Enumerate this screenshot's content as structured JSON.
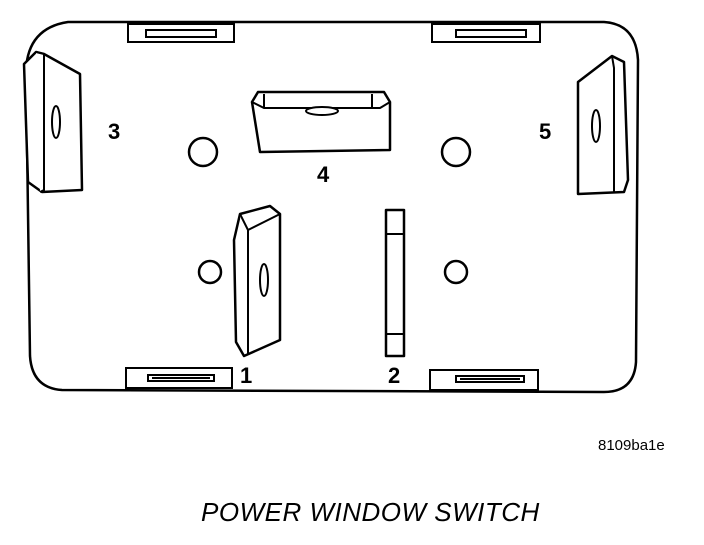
{
  "diagram": {
    "pin_labels": [
      "1",
      "2",
      "3",
      "4",
      "5"
    ],
    "reference_code": "8109ba1e",
    "caption": "POWER WINDOW SWITCH"
  }
}
